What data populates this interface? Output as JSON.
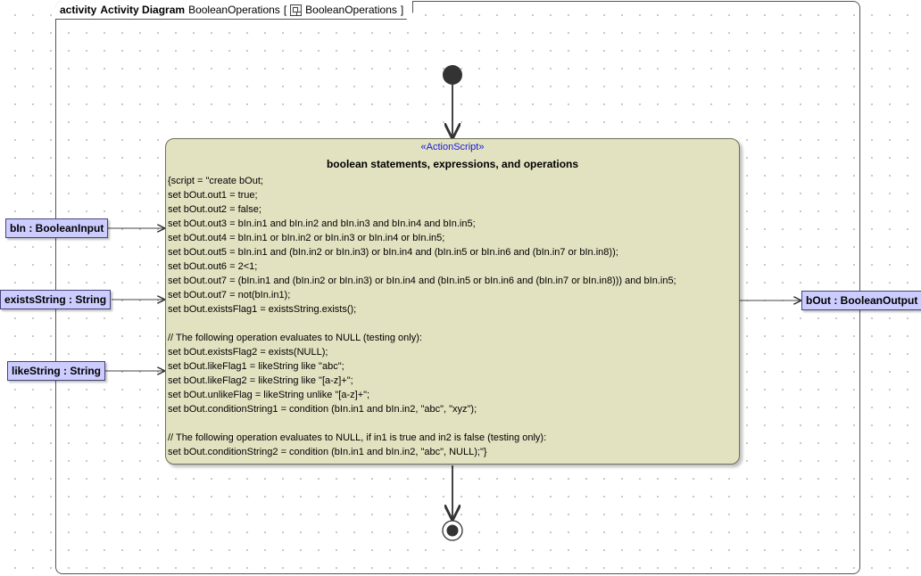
{
  "frame": {
    "kind": "activity",
    "name": "Activity Diagram",
    "behavior": "BooleanOperations",
    "reference_open": "[",
    "reference_name": "BooleanOperations",
    "reference_close": "]"
  },
  "action": {
    "stereotype": "«ActionScript»",
    "title": "boolean statements, expressions, and operations",
    "script_lines": [
      "{script = \"create bOut;",
      "set bOut.out1 = true;",
      "set bOut.out2 = false;",
      "set bOut.out3 = bIn.in1 and bIn.in2 and bIn.in3 and bIn.in4 and bIn.in5;",
      "set bOut.out4 = bIn.in1 or bIn.in2 or bIn.in3 or bIn.in4 or bIn.in5;",
      "set bOut.out5 = bIn.in1 and (bIn.in2 or bIn.in3) or bIn.in4 and (bIn.in5 or bIn.in6 and (bIn.in7 or bIn.in8));",
      "set bOut.out6 = 2<1;",
      "set bOut.out7 = (bIn.in1 and (bIn.in2 or bIn.in3) or bIn.in4 and (bIn.in5 or bIn.in6 and (bIn.in7 or bIn.in8))) and bIn.in5;",
      "set bOut.out7 = not(bIn.in1);",
      "set bOut.existsFlag1 = existsString.exists();",
      "",
      "// The following operation evaluates to NULL (testing only):",
      "set bOut.existsFlag2 = exists(NULL);",
      "set bOut.likeFlag1 = likeString like \"abc\";",
      "set bOut.likeFlag2 = likeString like \"[a-z]+\";",
      "set bOut.unlikeFlag = likeString unlike \"[a-z]+\";",
      "set bOut.conditionString1 = condition (bIn.in1 and bIn.in2, \"abc\", \"xyz\");",
      "",
      "// The following operation evaluates to NULL, if in1 is true and in2 is false (testing only):",
      "set bOut.conditionString2 = condition (bIn.in1 and bIn.in2, \"abc\", NULL);\"}"
    ]
  },
  "pins": {
    "bIn": "bIn : BooleanInput",
    "existsString": "existsString : String",
    "likeString": "likeString : String",
    "bOut": "bOut : BooleanOutput"
  },
  "colors": {
    "action_fill": "#e2e1c0",
    "pin_fill": "#ccccff",
    "stereotype": "#1a1adc",
    "node_fill": "#333333"
  }
}
